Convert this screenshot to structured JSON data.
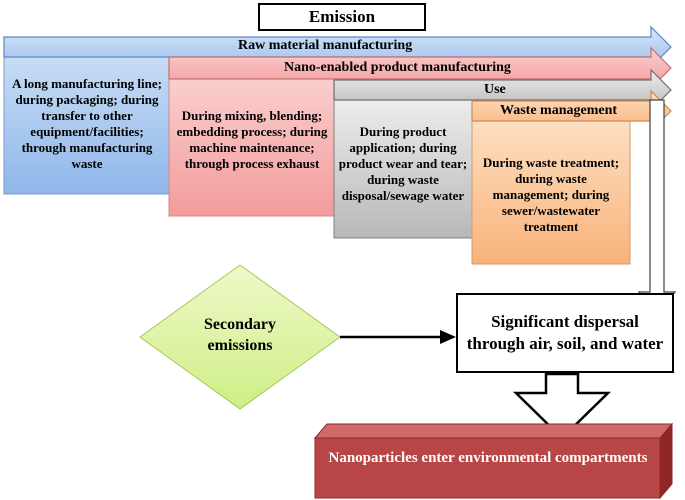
{
  "title": "Emission",
  "stages": [
    {
      "label": "Raw material manufacturing",
      "text": "A long manufacturing line; during packaging; during transfer to other equipment/facilities; through manufacturing waste",
      "color": "#9dc3f0"
    },
    {
      "label": "Nano-enabled product manufacturing",
      "text": "During mixing, blending; embedding process; during machine maintenance; through process exhaust",
      "color": "#f4a3a3"
    },
    {
      "label": "Use",
      "text": "During product application; during product wear and tear; during waste disposal/sewage water",
      "color": "#c8c8c8"
    },
    {
      "label": "Waste management",
      "text": "During waste treatment; during waste management; during sewer/wastewater treatment",
      "color": "#fbc595"
    }
  ],
  "secondary": "Secondary emissions",
  "dispersal": "Significant dispersal through air, soil, and water",
  "final": "Nanoparticles enter environmental compartments"
}
